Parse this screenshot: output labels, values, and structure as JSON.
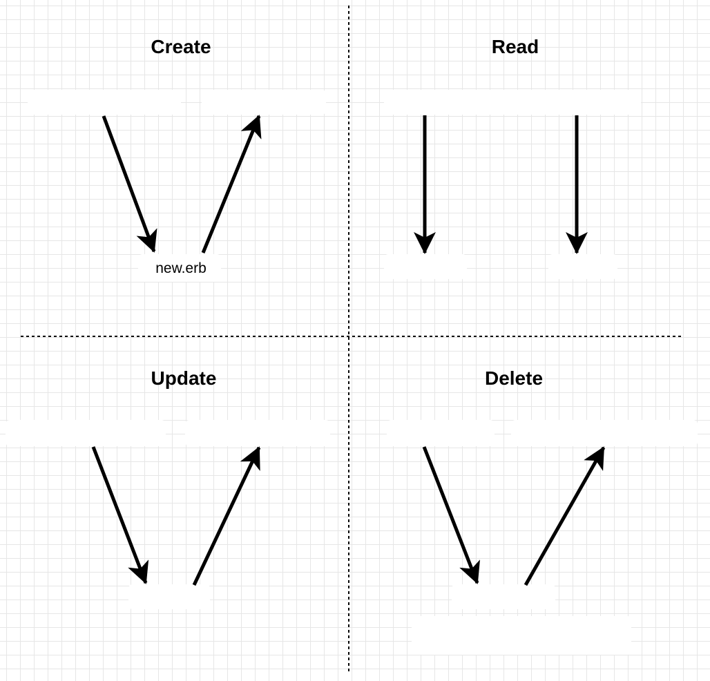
{
  "quadrants": {
    "create": {
      "title": "Create",
      "label": "new.erb"
    },
    "read": {
      "title": "Read"
    },
    "update": {
      "title": "Update"
    },
    "delete": {
      "title": "Delete"
    }
  },
  "colors": {
    "grid": "#e6e6e6",
    "ink": "#000000",
    "background": "#ffffff"
  }
}
